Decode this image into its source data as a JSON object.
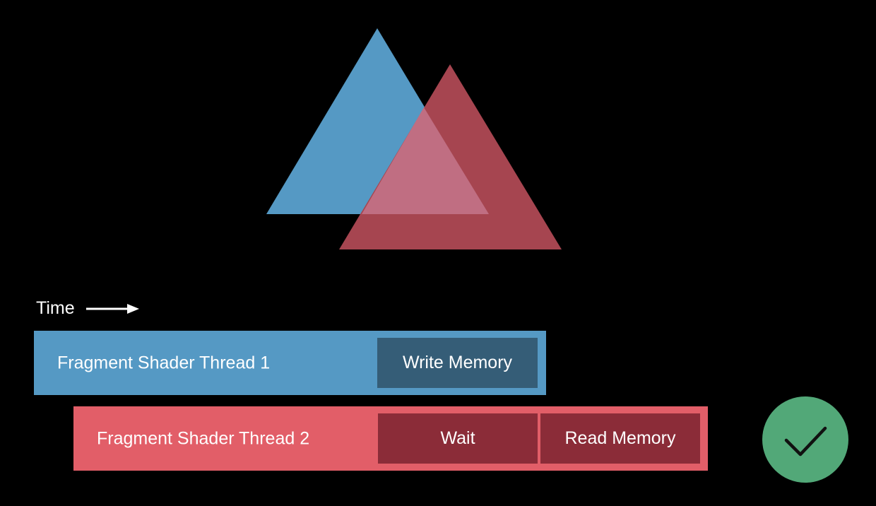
{
  "colors": {
    "blue": "#5599c4",
    "red": "#a64550",
    "overlap": "#c06e82",
    "thread1_bar": "#5599c4",
    "thread1_segment": "#355d77",
    "thread2_bar": "#e25e68",
    "thread2_segment": "#8b2c38",
    "check_circle": "#52a878"
  },
  "time": {
    "label": "Time",
    "arrow_icon": "right-arrow-icon"
  },
  "thread1": {
    "label": "Fragment Shader Thread 1",
    "segments": [
      "Write Memory"
    ]
  },
  "thread2": {
    "label": "Fragment Shader Thread 2",
    "segments": [
      "Wait",
      "Read Memory"
    ]
  },
  "status": {
    "icon": "checkmark-icon"
  }
}
